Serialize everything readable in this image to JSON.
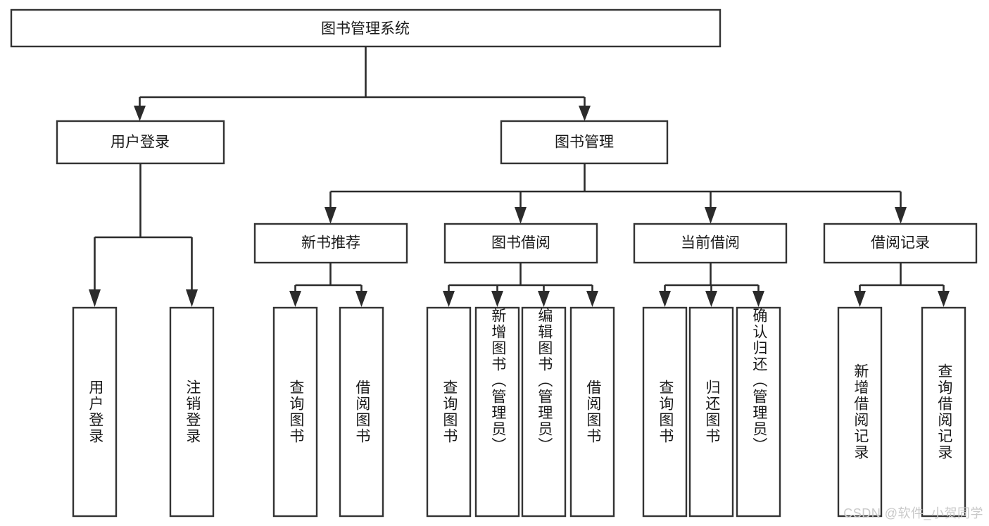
{
  "diagram": {
    "type": "tree",
    "title": "图书管理系统",
    "watermark": "CSDN @软件_小贺同学",
    "root": {
      "label": "图书管理系统"
    },
    "level2": [
      {
        "label": "用户登录"
      },
      {
        "label": "图书管理"
      }
    ],
    "level3": [
      {
        "label": "新书推荐"
      },
      {
        "label": "图书借阅"
      },
      {
        "label": "当前借阅"
      },
      {
        "label": "借阅记录"
      }
    ],
    "leaves": {
      "user_login": [
        {
          "label": "用户登录"
        },
        {
          "label": "注销登录"
        }
      ],
      "new_book_recommend": [
        {
          "label": "查询图书"
        },
        {
          "label": "借阅图书"
        }
      ],
      "book_borrow": [
        {
          "label": "查询图书"
        },
        {
          "label": "新增图书（管理员）"
        },
        {
          "label": "编辑图书（管理员）"
        },
        {
          "label": "借阅图书"
        }
      ],
      "current_borrow": [
        {
          "label": "查询图书"
        },
        {
          "label": "归还图书"
        },
        {
          "label": "确认归还（管理员）"
        }
      ],
      "borrow_record": [
        {
          "label": "新增借阅记录"
        },
        {
          "label": "查询借阅记录"
        }
      ]
    },
    "colors": {
      "box_stroke": "#333333",
      "box_fill": "#ffffff",
      "connector": "#2b2b2b",
      "text": "#1a1a1a",
      "watermark": "#c9c9c9",
      "background": "#ffffff"
    }
  }
}
